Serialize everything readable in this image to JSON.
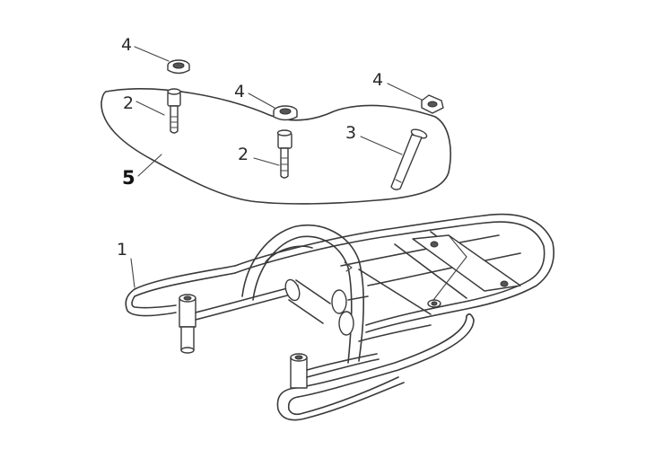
{
  "diagram": {
    "callouts": {
      "rack": "1",
      "bolt_left": "2",
      "bolt_center": "2",
      "pin": "3",
      "nut_left": "4",
      "nut_center": "4",
      "nut_right": "4",
      "kit": "5"
    },
    "parts": [
      {
        "id": "rack",
        "icon": "luggage-rack-icon"
      },
      {
        "id": "bolt",
        "icon": "bolt-icon"
      },
      {
        "id": "pin",
        "icon": "pin-icon"
      },
      {
        "id": "nut",
        "icon": "nut-icon"
      }
    ],
    "colors": {
      "line": "#3a3a3a",
      "background": "#ffffff"
    }
  }
}
